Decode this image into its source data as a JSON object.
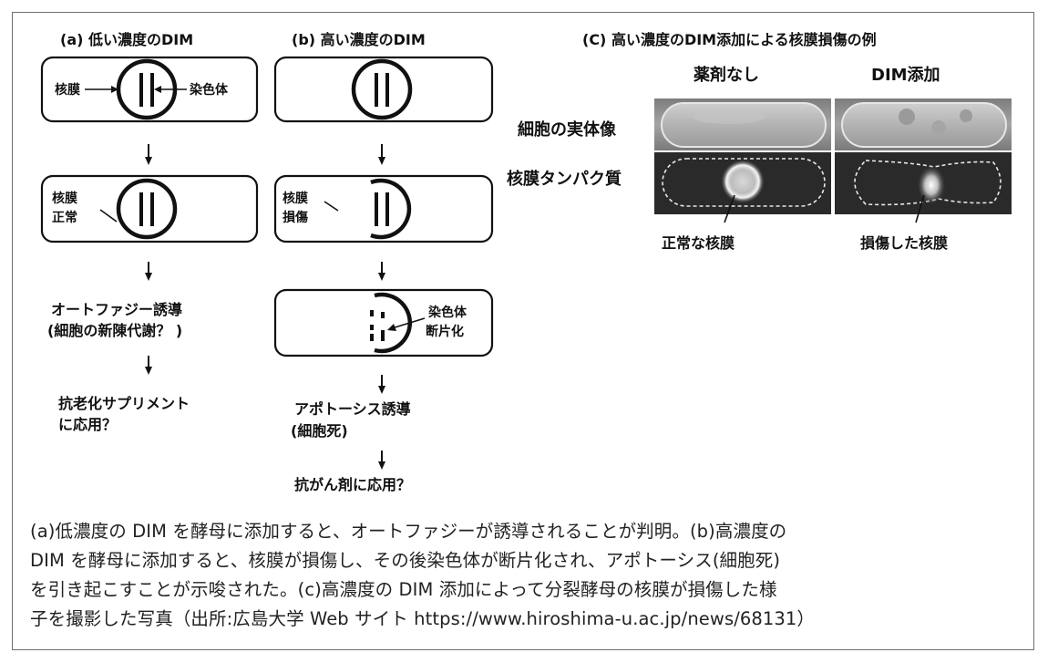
{
  "panel_a": {
    "title": "(a) 低い濃度のDIM",
    "label_nuclear_membrane": "核膜",
    "label_chromosome": "染色体",
    "label_normal_line1": "核膜",
    "label_normal_line2": "正常",
    "outcome_line1": "オートファジー誘導",
    "outcome_line2": "(細胞の新陳代謝？ )",
    "application_line1": "抗老化サプリメント",
    "application_line2": "に応用？"
  },
  "panel_b": {
    "title": "(b) 高い濃度のDIM",
    "label_damage_line1": "核膜",
    "label_damage_line2": "損傷",
    "label_fragment_line1": "染色体",
    "label_fragment_line2": "断片化",
    "outcome_line1": "アポトーシス誘導",
    "outcome_line2": "(細胞死)",
    "application": "抗がん剤に応用？"
  },
  "panel_c": {
    "title": "(C) 高い濃度のDIM添加による核膜損傷の例",
    "col_no_drug": "薬剤なし",
    "col_dim": "DIM添加",
    "row_cell_image": "細胞の実体像",
    "row_protein": "核膜タンパク質",
    "label_normal": "正常な核膜",
    "label_damaged": "損傷した核膜"
  },
  "caption": {
    "line1": "(a)低濃度の DIM を酵母に添加すると、オートファジーが誘導されることが判明。(b)高濃度の",
    "line2": "DIM を酵母に添加すると、核膜が損傷し、その後染色体が断片化され、アポトーシス(細胞死)",
    "line3": "を引き起こすことが示唆された。(c)高濃度の DIM 添加によって分裂酵母の核膜が損傷した様",
    "line4": "子を撮影した写真（出所:広島大学 Web サイト https://www.hiroshima-u.ac.jp/news/68131）"
  }
}
